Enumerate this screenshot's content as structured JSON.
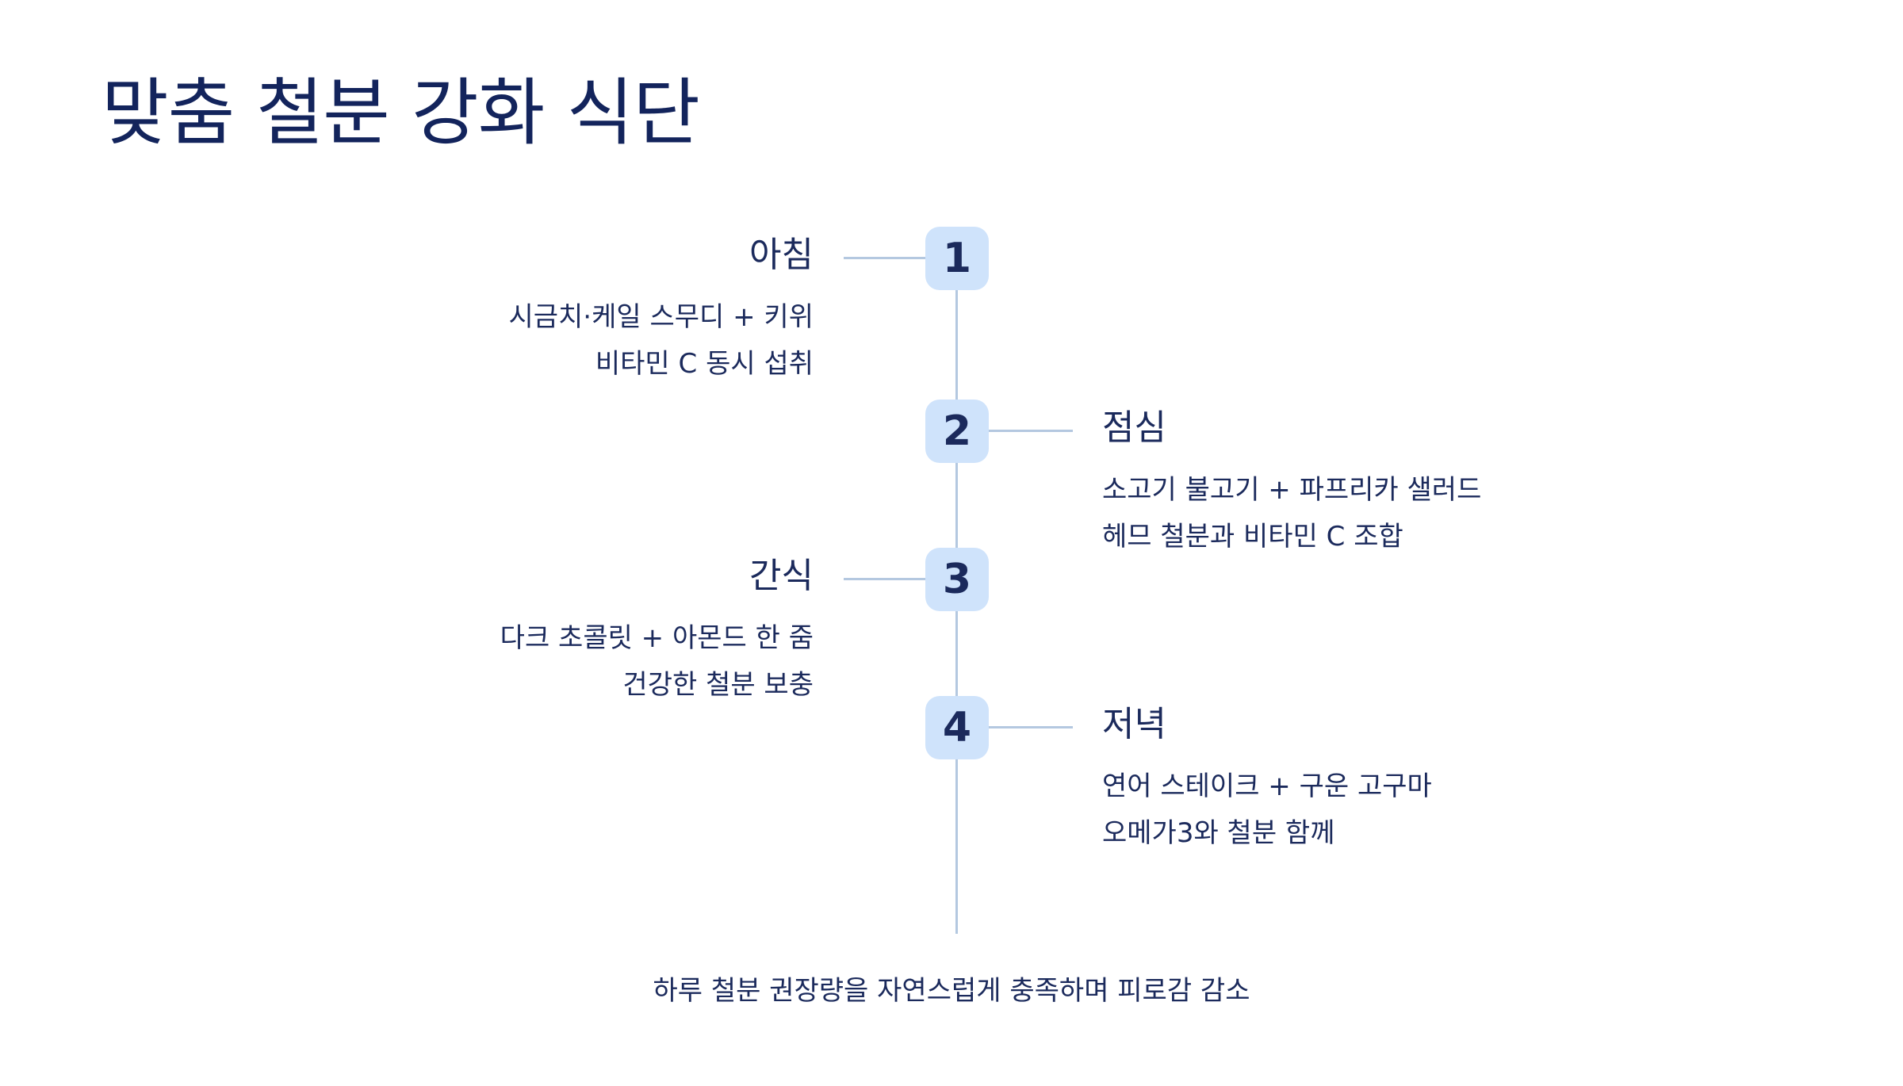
{
  "title": "맞춤 철분 강화 식단",
  "colors": {
    "title": "#13245c",
    "text": "#1b2a5c",
    "badge_bg": "#cfe3fb",
    "line": "#b4c8e0"
  },
  "steps": [
    {
      "number": "1",
      "title": "아침",
      "line1": "시금치·케일 스무디 + 키위",
      "line2": "비타민 C 동시 섭취"
    },
    {
      "number": "2",
      "title": "점심",
      "line1": "소고기 불고기 + 파프리카 샐러드",
      "line2": "헤므 철분과 비타민 C 조합"
    },
    {
      "number": "3",
      "title": "간식",
      "line1": "다크 초콜릿 + 아몬드 한 줌",
      "line2": "건강한 철분 보충"
    },
    {
      "number": "4",
      "title": "저녁",
      "line1": "연어 스테이크 + 구운 고구마",
      "line2": "오메가3와 철분 함께"
    }
  ],
  "footer": "하루 철분 권장량을 자연스럽게 충족하며 피로감 감소"
}
